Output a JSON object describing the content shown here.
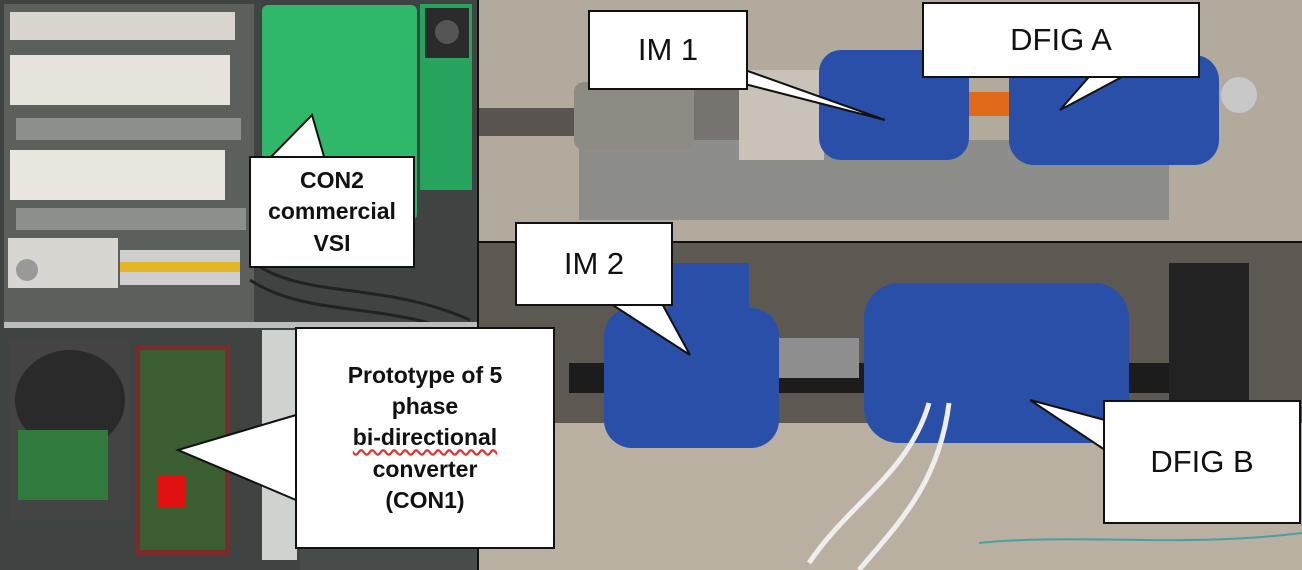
{
  "callouts": {
    "con2": {
      "line1": "CON2",
      "line2": "commercial",
      "line3": "VSI"
    },
    "con1": {
      "line1": "Prototype of 5",
      "line2": "phase",
      "line3": "bi-directional",
      "line4": "converter",
      "line5": "(CON1)"
    },
    "im1": {
      "label": "IM 1"
    },
    "dfig_a": {
      "label": "DFIG A"
    },
    "im2": {
      "label": "IM 2"
    },
    "dfig_b": {
      "label": "DFIG B"
    }
  },
  "colors": {
    "cabinet_bg": "#4a4f4d",
    "vsi_green": "#2fb86a",
    "motor_blue": "#2a4fa8",
    "bench_floor": "#a29a8f"
  }
}
